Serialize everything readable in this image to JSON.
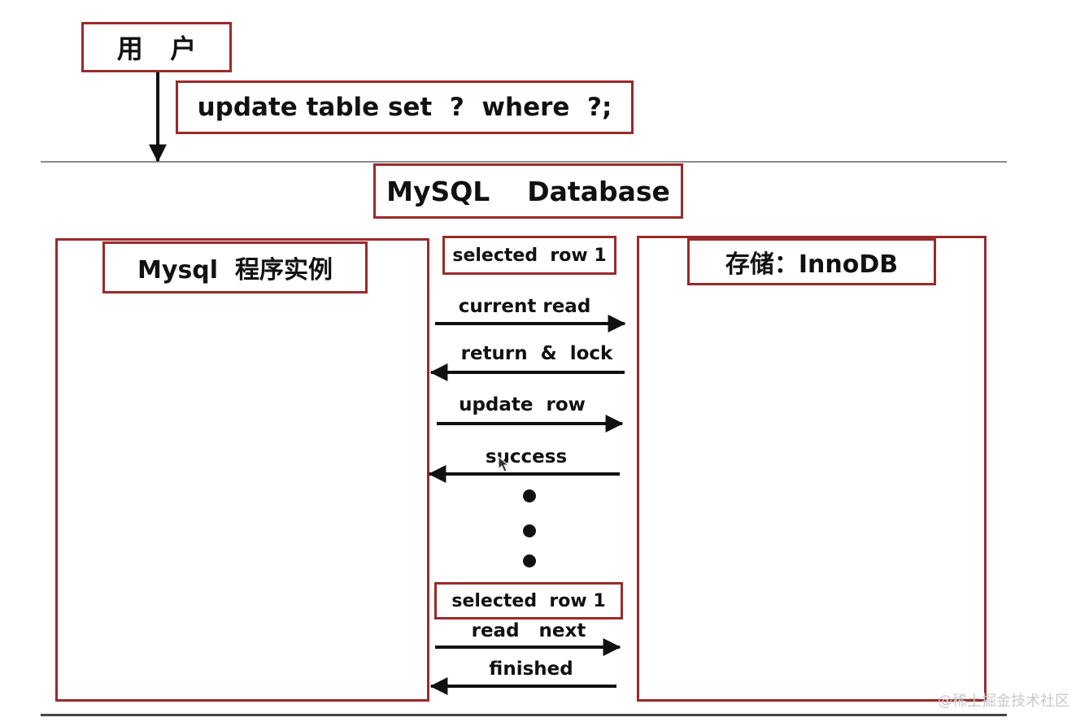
{
  "user_label": "用   户",
  "query_text": "update table set  ?  where  ?;",
  "database_title": "MySQL    Database",
  "left_panel_title": "Mysql  程序实例",
  "right_panel_title": "存储：InnoDB",
  "top_row_tag": "selected  row 1",
  "bottom_row_tag": "selected  row 1",
  "messages": [
    {
      "text": "current read",
      "direction": "right"
    },
    {
      "text": "return  &  lock",
      "direction": "left"
    },
    {
      "text": "update  row",
      "direction": "right"
    },
    {
      "text": "success",
      "direction": "left"
    },
    {
      "text": "read   next",
      "direction": "right"
    },
    {
      "text": "finished",
      "direction": "left"
    }
  ],
  "watermark": "@稀土掘金技术社区",
  "colors": {
    "box_border": "#9a2a2a",
    "arrow": "#111111",
    "rule": "#8a8a8a"
  }
}
